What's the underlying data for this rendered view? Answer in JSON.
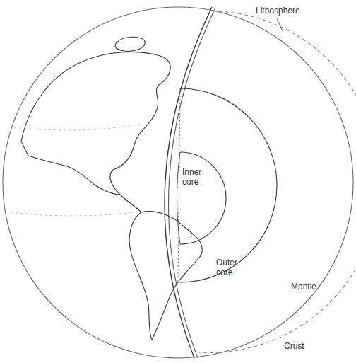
{
  "diagram": {
    "labels": [
      "Lithosphere",
      "Inner core",
      "Outer core",
      "Mantle",
      "Crust"
    ]
  }
}
